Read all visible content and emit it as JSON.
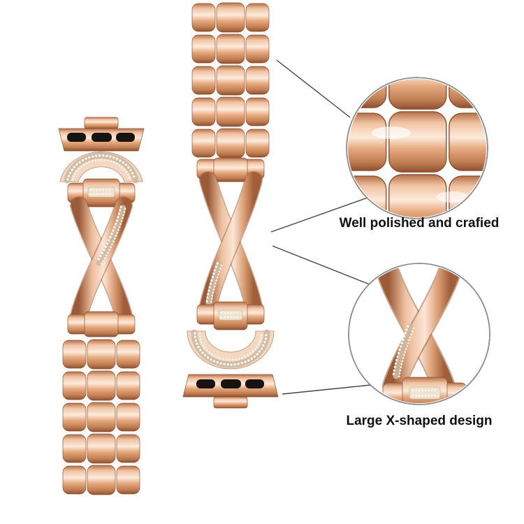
{
  "meta": {
    "description": "Product photo of a rose gold X-shaped rhinestone watch band shown in two orientations with two circular detail callouts",
    "background": "#ffffff"
  },
  "colors": {
    "rose_gold_light": "#fdeadb",
    "rose_gold_mid": "#e6a97e",
    "rose_gold_dark": "#8e5130",
    "slot_black": "#171310",
    "rhinestone_white": "#ffffff",
    "caption_text": "#111111",
    "callout_ring": "#8a8a8a",
    "leader_line": "#444444"
  },
  "callouts": {
    "top": {
      "label": "Well polished and crafied"
    },
    "bottom": {
      "label": "Large X-shaped design"
    }
  }
}
